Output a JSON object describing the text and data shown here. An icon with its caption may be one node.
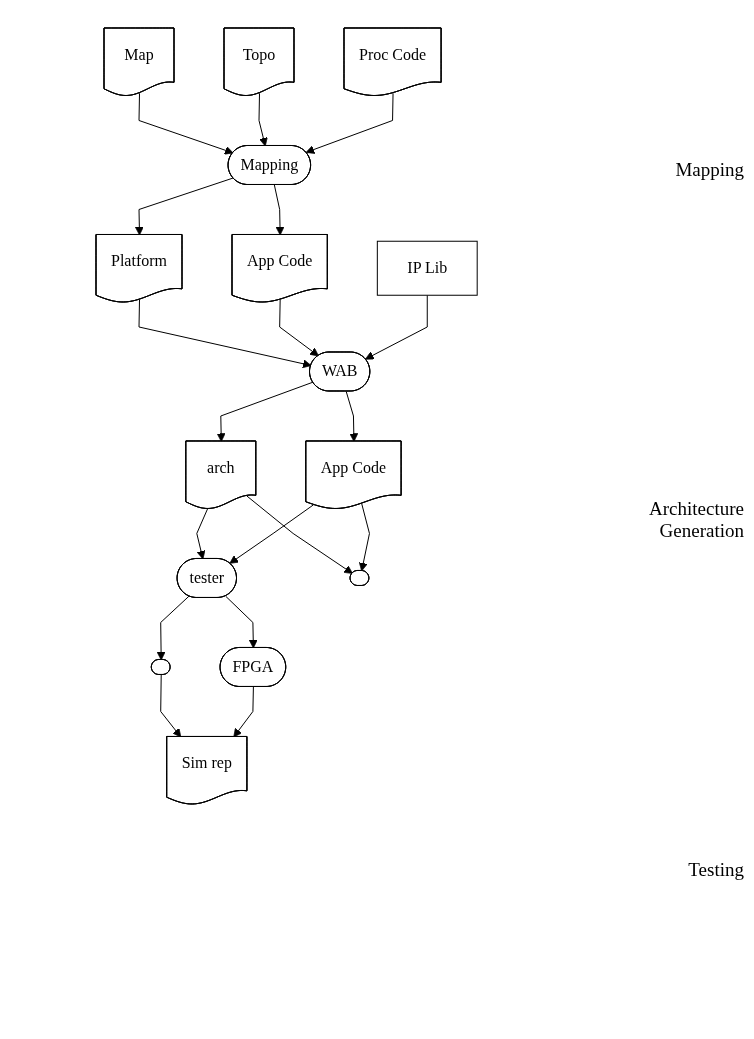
{
  "diagram": {
    "nodes": [
      {
        "text": [
          "Map"
        ]
      },
      {
        "text": [
          "Topo"
        ]
      },
      {
        "text": [
          "Proc Code"
        ]
      },
      {
        "text": [
          "Mapping"
        ]
      },
      {
        "text": [
          "Platform"
        ]
      },
      {
        "text": [
          "App Code"
        ]
      },
      {
        "text": [
          "IP Lib"
        ]
      },
      {
        "text": [
          "WAB"
        ]
      },
      {
        "text": [
          "arch"
        ]
      },
      {
        "text": [
          "App Code"
        ]
      },
      {
        "text": [
          "tester"
        ]
      },
      {
        "text": [],
        "shape": "ellipse"
      },
      {
        "text": [],
        "shape": "ellipse"
      },
      {
        "text": [
          "FPGA"
        ]
      },
      {
        "text": [
          "Sim rep"
        ]
      }
    ],
    "edges": [
      {
        "from": 0,
        "to": 3,
        "arrow": "to"
      },
      {
        "from": 1,
        "to": 3,
        "arrow": "to"
      },
      {
        "from": 2,
        "to": 3,
        "arrow": "to"
      },
      {
        "from": 3,
        "to": 4,
        "arrow": "to"
      },
      {
        "from": 3,
        "to": 5,
        "arrow": "to"
      },
      {
        "from": 4,
        "to": 7,
        "arrow": "to"
      },
      {
        "from": 5,
        "to": 7,
        "arrow": "to"
      },
      {
        "from": 6,
        "to": 7,
        "arrow": "to"
      },
      {
        "from": 7,
        "to": 8,
        "arrow": "to"
      },
      {
        "from": 7,
        "to": 9,
        "arrow": "to"
      },
      {
        "from": 8,
        "to": 10,
        "arrow": "to"
      },
      {
        "from": 8,
        "to": 11,
        "arrow": "to"
      },
      {
        "from": 9,
        "to": 10,
        "arrow": "to"
      },
      {
        "from": 9,
        "to": 11,
        "arrow": "to"
      },
      {
        "from": 10,
        "to": 12,
        "arrow": "to"
      },
      {
        "from": 10,
        "to": 13,
        "arrow": "to"
      },
      {
        "from": 12,
        "to": 14,
        "arrow": "to"
      },
      {
        "from": 13,
        "to": 14,
        "arrow": "to"
      }
    ],
    "labels": [
      "Mapping",
      "Architecture Generation",
      "Testing"
    ]
  }
}
